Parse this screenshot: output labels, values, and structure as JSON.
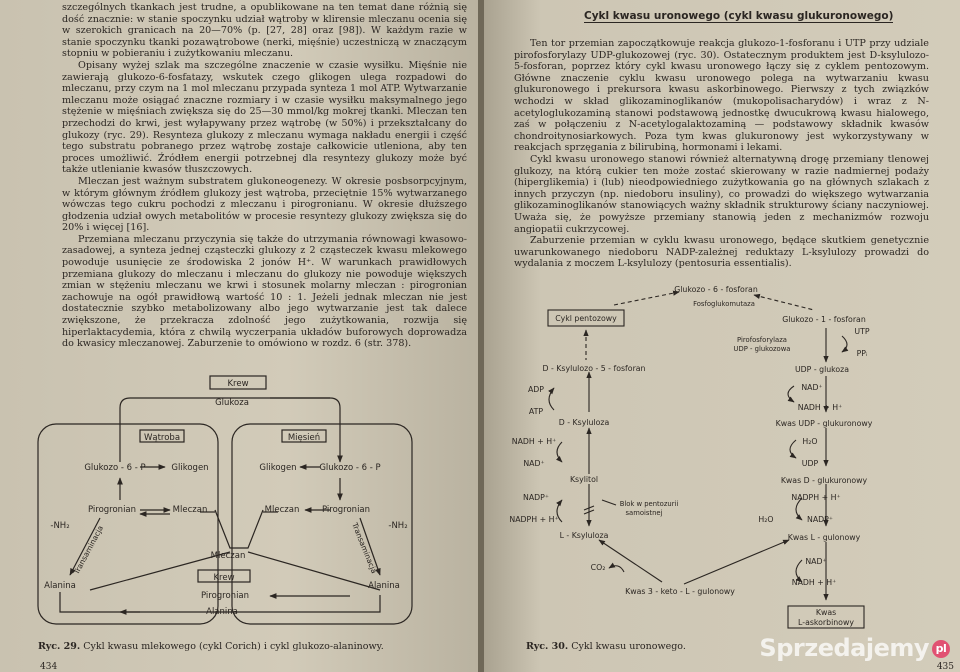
{
  "left_page": {
    "paragraphs": [
      "szczególnych tkankach jest trudne, a opublikowane na ten temat dane różnią się dość znacznie: w stanie spoczynku udział wątroby w klirensie mleczanu ocenia się w szerokich granicach na 20—70% (p. [27, 28] oraz [98]). W każdym razie w stanie spoczynku tkanki pozawątrobowe (nerki, mięśnie) uczestniczą w znaczącym stopniu w pobieraniu i zużytkowaniu mleczanu.",
      "Opisany wyżej szlak ma szczególne znaczenie w czasie wysiłku. Mięśnie nie zawierają glukozo-6-fosfatazy, wskutek czego glikogen ulega rozpadowi do mleczanu, przy czym na 1 mol mleczanu przypada synteza 1 mol ATP. Wytwarzanie mleczanu może osiągać znaczne rozmiary i w czasie wysiłku maksymalnego jego stężenie w mięśniach zwiększa się do 25—30 mmol/kg mokrej tkanki. Mleczan ten przechodzi do krwi, jest wyłapywany przez wątrobę (w 50%) i przekształcany do glukozy (ryc. 29). Resynteza glukozy z mleczanu wymaga nakładu energii i część tego substratu pobranego przez wątrobę zostaje całkowicie utleniona, aby ten proces umożliwić. Źródłem energii potrzebnej dla resyntezy glukozy może być także utlenianie kwasów tłuszczowych.",
      "Mleczan jest ważnym substratem glukoneogenezy. W okresie posbsorpcyjnym, w którym głównym źródłem glukozy jest wątroba, przeciętnie 15% wytwarzanego wówczas tego cukru pochodzi z mleczanu i pirogronianu. W okresie dłuższego głodzenia udział owych metabolitów w procesie resyntezy glukozy zwiększa się do 20% i więcej [16].",
      "Przemiana mleczanu przyczynia się także do utrzymania równowagi kwasowo-zasadowej, a synteza jednej cząsteczki glukozy z 2 cząsteczek kwasu mlekowego powoduje usunięcie ze środowiska 2 jonów H⁺. W warunkach prawidłowych przemiana glukozy do mleczanu i mleczanu do glukozy nie powoduje większych zmian w stężeniu mleczanu we krwi i stosunek molarny mleczan : pirogronian zachowuje na ogół prawidłową wartość 10 : 1. Jeżeli jednak mleczan nie jest dostatecznie szybko metabolizowany albo jego wytwarzanie jest tak dalece zwiększone, że przekracza zdolność jego zużytkowania, rozwija się hiperlaktacydemia, która z chwilą wyczerpania układów buforowych doprowadza do kwasicy mleczanowej. Zaburzenie to omówiono w rozdz. 6 (str. 378)."
    ],
    "figure_labels": {
      "krew_top": "Krew",
      "glukoza": "Glukoza",
      "watroba": "Wątroba",
      "miesien": "Mięsień",
      "glukozo6p_l": "Glukozo - 6 - P",
      "glikogen_l": "Glikogen",
      "glikogen_r": "Glikogen",
      "glukozo6p_r": "Glukozo - 6 - P",
      "pirogronian_l": "Pirogronian",
      "mleczan_c1": "Mleczan",
      "mleczan_c2": "Mleczan",
      "pirogronian_r": "Pirogronian",
      "nh2_l": "-NH₂",
      "nh2_r": "-NH₂",
      "transaminacja_l": "Transaminacja",
      "transaminacja_r": "Transaminacja",
      "mleczan_bottom": "Mleczan",
      "krew_bottom": "Krew",
      "pirogronian_bottom": "Pirogronian",
      "alanina_l": "Alanina",
      "alanina_r": "Alanina",
      "alanina_bottom": "Alanina"
    },
    "caption_label": "Ryc. 29.",
    "caption_text": "Cykl kwasu mlekowego (cykl Corich) i cykl glukozo-alaninowy.",
    "page_number": "434"
  },
  "right_page": {
    "heading": "Cykl kwasu uronowego (cykl kwasu glukuronowego)",
    "paragraphs": [
      "Ten tor przemian zapoczątkowuje reakcja glukozo-1-fosforanu i UTP przy udziale pirofosforylazy UDP-glukozowej (ryc. 30). Ostatecznym produktem jest D-ksylulozo-5-fosforan, poprzez który cykl kwasu uronowego łączy się z cyklem pentozowym. Główne znaczenie cyklu kwasu uronowego polega na wytwarzaniu kwasu glukuronowego i prekursora kwasu askorbinowego. Pierwszy z tych związków wchodzi w skład glikozaminoglikanów (mukopolisacharydów) i wraz z N-acetyloglukozaminą stanowi podstawową jednostkę dwucukrową kwasu hialowego, zaś w połączeniu z N-acetylogalaktozaminą — podstawowy składnik kwasów chondroitynosiarkowych. Poza tym kwas glukuronowy jest wykorzystywany w reakcjach sprzęgania z bilirubiną, hormonami i lekami.",
      "Cykl kwasu uronowego stanowi również alternatywną drogę przemiany tlenowej glukozy, na którą cukier ten może zostać skierowany w razie nadmiernej podaży (hiperglikemia) i (lub) nieodpowiedniego zużytkowania go na głównych szlakach z innych przyczyn (np. niedoboru insuliny), co prowadzi do większego wytwarzania glikozaminoglikanów stanowiących ważny składnik strukturowy ściany naczyniowej. Uważa się, że powyższe przemiany stanowią jeden z mechanizmów rozwoju angiopatii cukrzycowej.",
      "Zaburzenie przemian w cyklu kwasu uronowego, będące skutkiem genetycznie uwarunkowanego niedoboru NADP-zależnej reduktazy L-ksylulozy prowadzi do wydalania z moczem L-ksylulozy (pentosuria essentialis)."
    ],
    "figure_labels": {
      "glukozo6f": "Glukozo - 6 - fosforan",
      "fosfoglukomutaza": "Fosfoglukomutaza",
      "cykl_pentozowy": "Cykl pentozowy",
      "glukozo1f": "Glukozo - 1 - fosforan",
      "utp": "UTP",
      "ppi": "PPᵢ",
      "pirofosforylaza": "Pirofosforylaza",
      "udp_glukozowa": "UDP - glukozowa",
      "d_ksylulozo5f": "D - Ksylulozo - 5 - fosforan",
      "adp": "ADP",
      "atp": "ATP",
      "udp_glukoza": "UDP - glukoza",
      "nad_plus_1": "NAD⁺",
      "nadh_1": "NADH + H⁺",
      "d_ksyluloza": "D - Ksyluloza",
      "kwas_udp_glukuronowy": "Kwas UDP - glukuronowy",
      "nadh_2": "NADH + H⁺",
      "nad_plus_2": "NAD⁺",
      "h2o_1": "H₂O",
      "udp": "UDP",
      "ksylitol": "Ksylitol",
      "kwas_d_glukuronowy": "Kwas D - glukuronowy",
      "nadp_plus_1": "NADP⁺",
      "nadph_1": "NADPH + H⁺",
      "blok": "Blok w pentozurii",
      "samoistnej": "samoistnej",
      "nadph_2": "NADPH + H⁺",
      "h2o_2": "H₂O",
      "nadp_plus_2": "NADP⁺",
      "l_ksyluloza": "L - Ksyluloza",
      "kwas_l_gulonowy": "Kwas L - gulonowy",
      "co2": "CO₂",
      "nad_plus_3": "NAD⁺",
      "nadh_3": "NADH + H⁺",
      "kwas_3keto": "Kwas 3 - keto - L - gulonowy",
      "kwas": "Kwas",
      "l_askorbinowy": "L-askorbinowy"
    },
    "caption_label": "Ryc. 30.",
    "caption_text": "Cykl kwasu uronowego.",
    "page_number": "435"
  },
  "watermark": {
    "text": "Sprzedajemy",
    "suffix": "pl"
  }
}
